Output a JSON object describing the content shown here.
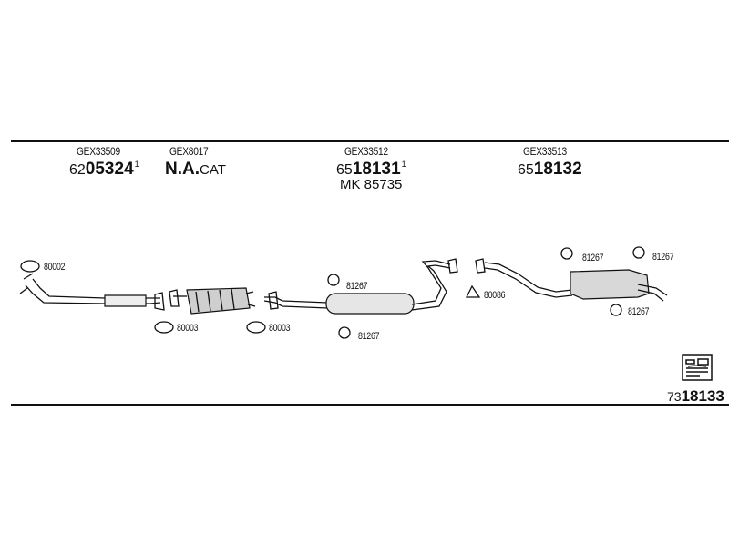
{
  "header": {
    "items": [
      {
        "code": "GEX33509",
        "prefix": "62",
        "number": "05324",
        "mark": "1"
      },
      {
        "code": "GEX8017",
        "text_bold": "N.A.",
        "text_suffix": "CAT"
      },
      {
        "code": "GEX33512",
        "prefix": "65",
        "number": "18131",
        "mark": "1",
        "extra": "MK 85735"
      },
      {
        "code": "GEX33513",
        "prefix": "65",
        "number": "18132"
      }
    ]
  },
  "labels": {
    "a1": "80002",
    "a2": "80003",
    "a3": "80003",
    "a4": "81267",
    "a5": "81267",
    "a6": "80086",
    "a7": "81267",
    "a8": "81267",
    "a9": "81267"
  },
  "footer": {
    "prefix": "73",
    "number": "18133"
  },
  "icons": {
    "catalog": "catalog-book-icon"
  }
}
